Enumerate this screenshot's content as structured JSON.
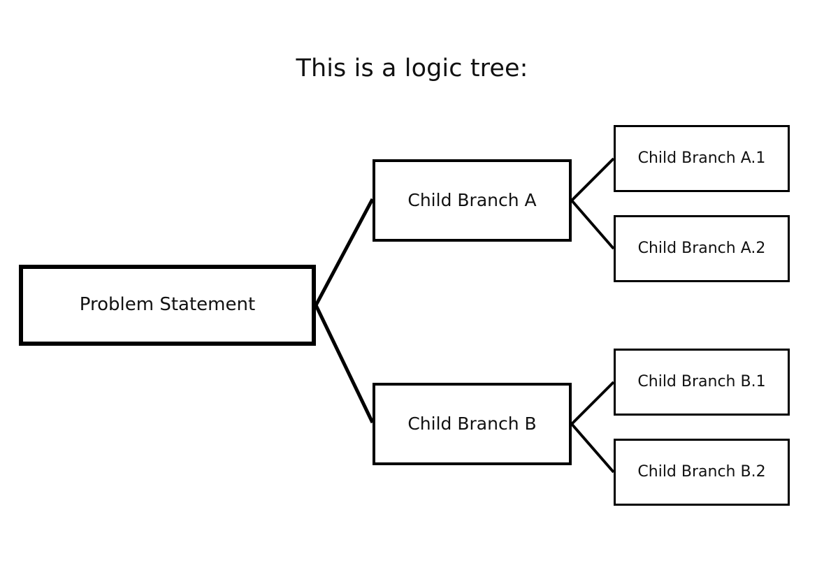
{
  "diagram": {
    "title": "This is a logic tree:",
    "type": "logic-tree",
    "background_color": "#ffffff",
    "line_color": "#000000",
    "text_color": "#111111",
    "nodes": {
      "root": {
        "label": "Problem Statement"
      },
      "branch_a": {
        "label": "Child Branch A"
      },
      "branch_b": {
        "label": "Child Branch B"
      },
      "branch_a1": {
        "label": "Child Branch A.1"
      },
      "branch_a2": {
        "label": "Child Branch A.2"
      },
      "branch_b1": {
        "label": "Child Branch B.1"
      },
      "branch_b2": {
        "label": "Child Branch B.2"
      }
    },
    "connectors": [
      {
        "from": "root",
        "to": "branch_a"
      },
      {
        "from": "root",
        "to": "branch_b"
      },
      {
        "from": "branch_a",
        "to": "branch_a1"
      },
      {
        "from": "branch_a",
        "to": "branch_a2"
      },
      {
        "from": "branch_b",
        "to": "branch_b1"
      },
      {
        "from": "branch_b",
        "to": "branch_b2"
      }
    ]
  }
}
